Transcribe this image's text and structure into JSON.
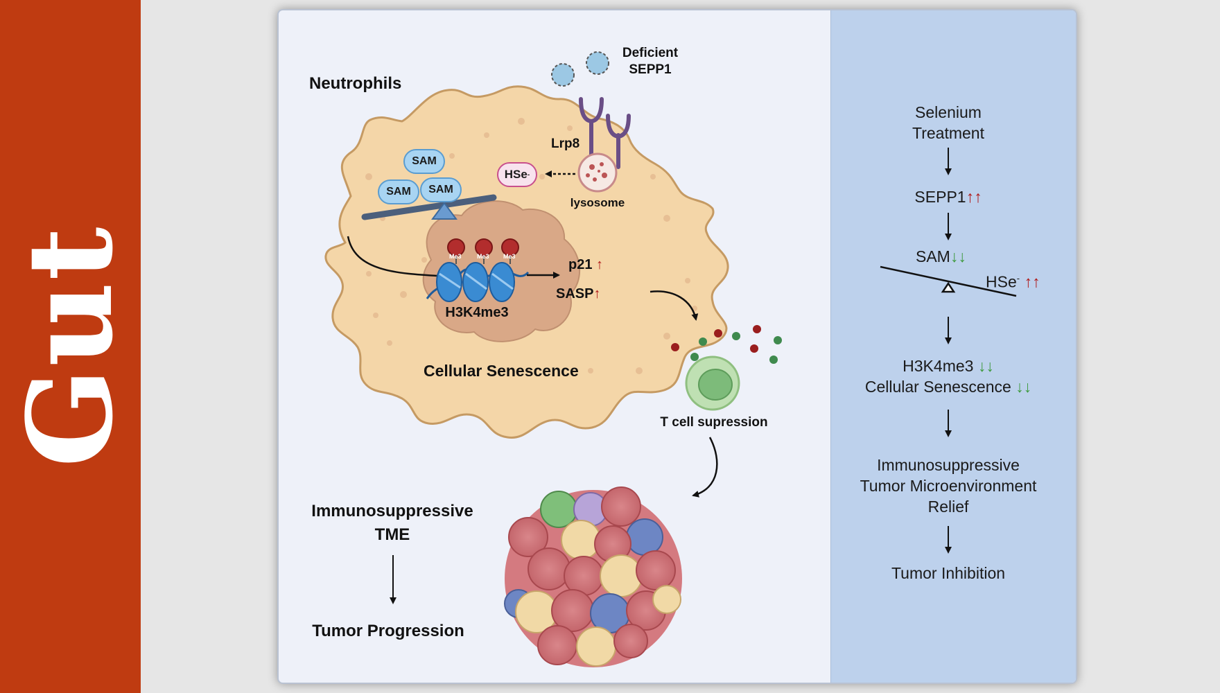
{
  "brand": {
    "journal": "Gut"
  },
  "diagram": {
    "neutrophils_label": "Neutrophils",
    "deficient_label_line1": "Deficient",
    "deficient_label_line2": "SEPP1",
    "lrp8_label": "Lrp8",
    "sam_label": "SAM",
    "hse_label": "HSe",
    "hse_superscript": "-",
    "lysosome_label": "lysosome",
    "me3_label": "Me3",
    "h3k4me3_label": "H3K4me3",
    "p21_label": "p21",
    "sasp_label": "SASP",
    "up_arrow": "↑",
    "senescence_label": "Cellular Senescence",
    "tcell_label": "T cell supression",
    "tme_label_line1": "Immunosuppressive",
    "tme_label_line2": "TME",
    "progression_label": "Tumor Progression"
  },
  "flowchart": {
    "step1_line1": "Selenium",
    "step1_line2": "Treatment",
    "step2": "SEPP1",
    "step3_sam": "SAM",
    "step3_hse": "HSe",
    "step4_line1": "H3K4me3",
    "step4_line2": "Cellular Senescence",
    "step5_line1": "Immunosuppressive",
    "step5_line2": "Tumor Microenvironment",
    "step5_line3": "Relief",
    "step6": "Tumor Inhibition",
    "up_arrows": "↑↑",
    "down_arrows": "↓↓",
    "down_arrow": "↓"
  },
  "colors": {
    "brand_red": "#bf3b11",
    "cell_fill": "#f4d6a8",
    "nucleus_fill": "#d9a887",
    "side_panel": "#bdd1ec",
    "up_red": "#b01818",
    "down_green": "#3f9a3f"
  }
}
